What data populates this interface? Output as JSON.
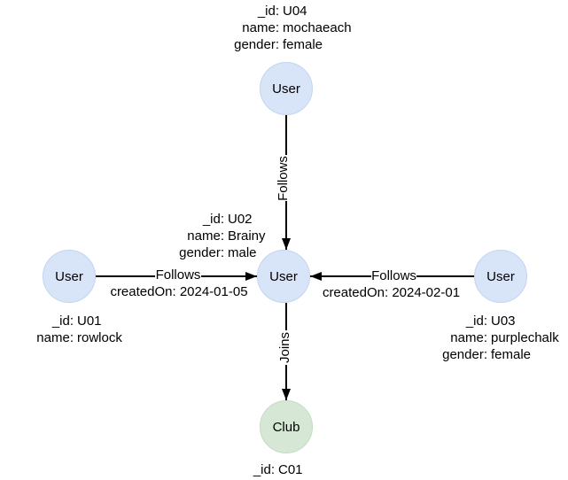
{
  "nodes": {
    "u04": {
      "label": "User",
      "id": "U04"
    },
    "u01": {
      "label": "User",
      "id": "U01"
    },
    "u02": {
      "label": "User",
      "id": "U02"
    },
    "u03": {
      "label": "User",
      "id": "U03"
    },
    "c01": {
      "label": "Club",
      "id": "C01"
    }
  },
  "property_boxes": {
    "u04": {
      "rows": [
        {
          "key": "_id:",
          "value": "U04"
        },
        {
          "key": "name:",
          "value": "mochaeach"
        },
        {
          "key": "gender:",
          "value": "female"
        }
      ]
    },
    "u02": {
      "rows": [
        {
          "key": "_id:",
          "value": "U02"
        },
        {
          "key": "name:",
          "value": "Brainy"
        },
        {
          "key": "gender:",
          "value": "male"
        }
      ]
    },
    "u01": {
      "rows": [
        {
          "key": "_id:",
          "value": "U01"
        },
        {
          "key": "name:",
          "value": "rowlock"
        }
      ]
    },
    "u03": {
      "rows": [
        {
          "key": "_id:",
          "value": "U03"
        },
        {
          "key": "name:",
          "value": "purplechalk"
        },
        {
          "key": "gender:",
          "value": "female"
        }
      ]
    },
    "c01": {
      "rows": [
        {
          "key": "_id:",
          "value": "C01"
        }
      ]
    }
  },
  "edges": {
    "u04_u02": {
      "label": "Follows"
    },
    "u01_u02": {
      "label": "Follows",
      "created_on": "createdOn: 2024-01-05"
    },
    "u03_u02": {
      "label": "Follows",
      "created_on": "createdOn: 2024-02-01"
    },
    "u02_c01": {
      "label": "Joins"
    }
  },
  "colors": {
    "user_fill": "#d8e4f7",
    "user_border": "#c3d5f0",
    "club_fill": "#d6e8d5",
    "club_border": "#c3dcc1",
    "edge": "#000000",
    "label_bg": "#ffffff",
    "text": "#000000"
  }
}
